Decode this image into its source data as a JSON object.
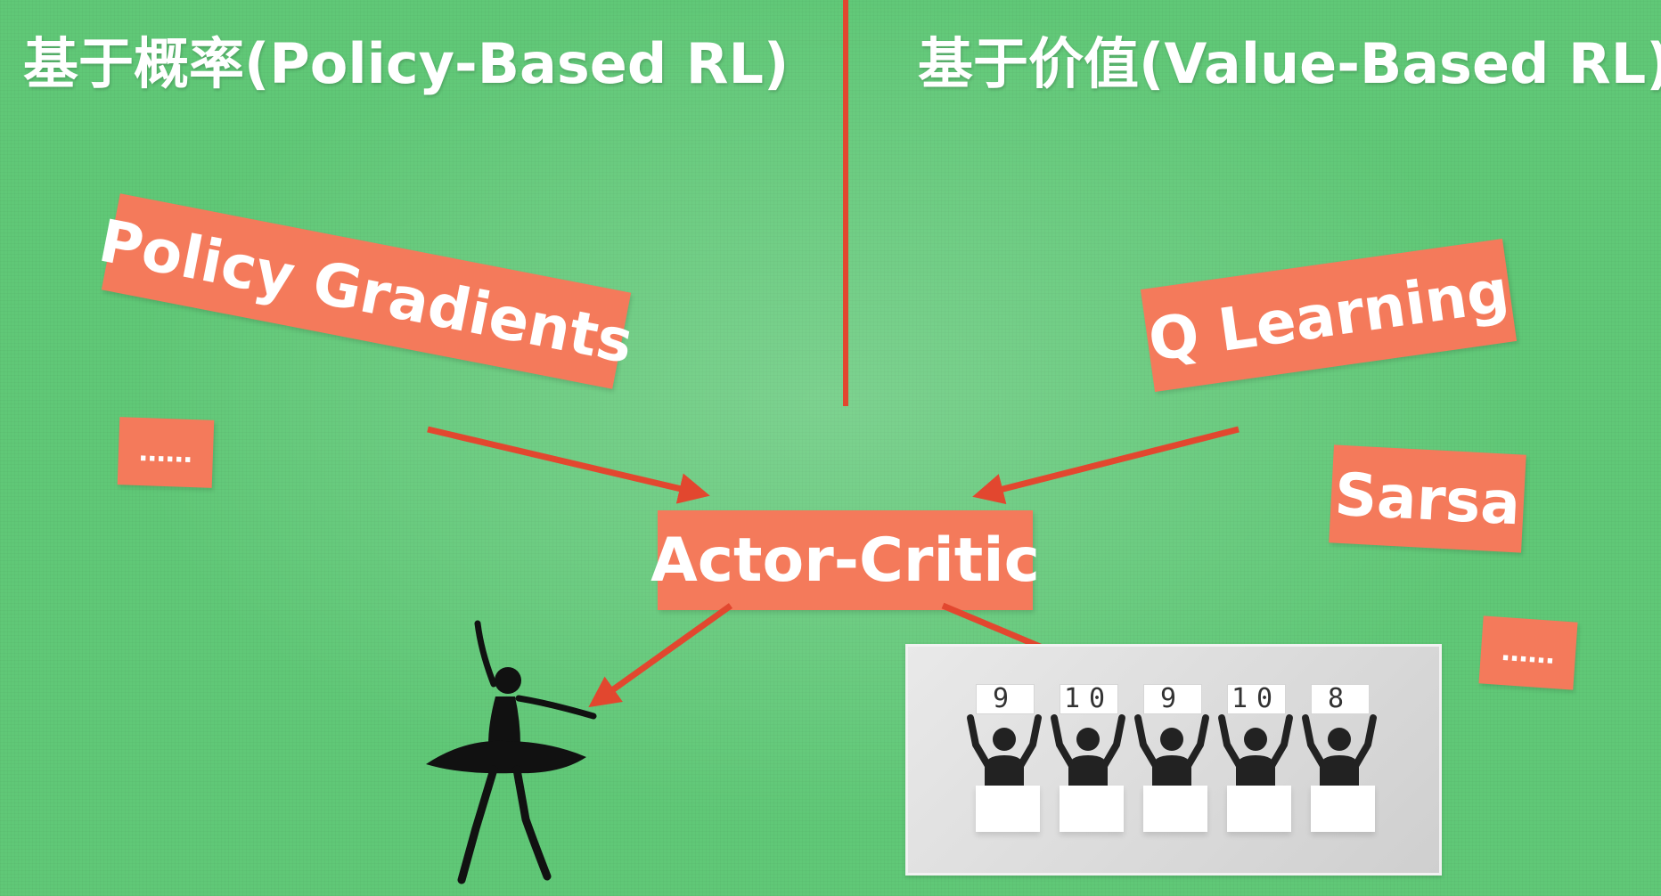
{
  "headings": {
    "left": "基于概率(Policy-Based RL)",
    "right": "基于价值(Value-Based RL)"
  },
  "policy_based": {
    "methods": [
      "Policy Gradients",
      "……"
    ]
  },
  "value_based": {
    "methods": [
      "Q Learning",
      "Sarsa",
      "……"
    ]
  },
  "combined": {
    "label": "Actor-Critic"
  },
  "judges": {
    "scores": [
      "9",
      "10",
      "9",
      "10",
      "8"
    ]
  },
  "colors": {
    "background": "#60c877",
    "tag": "#f47a5b",
    "arrow": "#e2472f",
    "divider": "#e2472f",
    "text": "#ffffff"
  },
  "icons": {
    "actor": "ballerina-silhouette-icon",
    "critic": "judges-holding-score-cards-icon"
  }
}
